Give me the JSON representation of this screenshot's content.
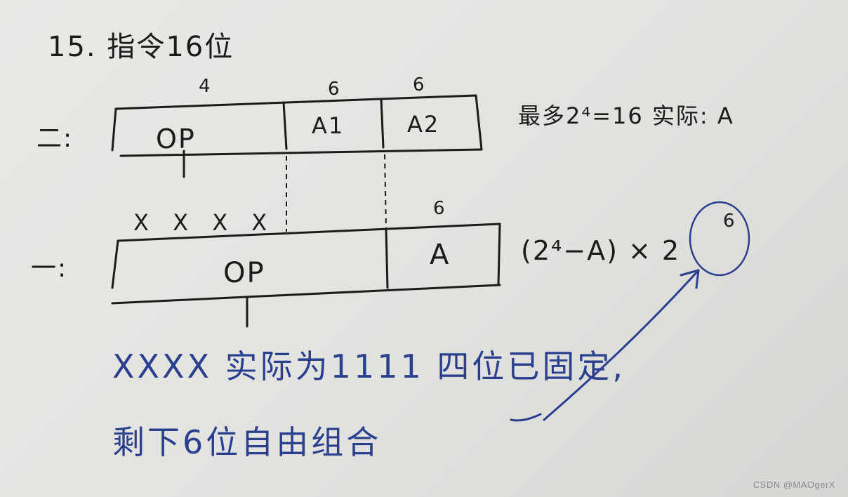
{
  "title": "15. 指令16位",
  "format2": {
    "row_label": "二:",
    "widths": [
      "4",
      "6",
      "6"
    ],
    "fields": [
      "OP",
      "A1",
      "A2"
    ],
    "note": "最多2⁴=16  实际: A"
  },
  "format1": {
    "row_label": "一:",
    "marks": "X X X X",
    "width": "6",
    "fields": [
      "OP",
      "A"
    ],
    "formula": "(2⁴−A) × 2",
    "exponent": "6"
  },
  "line1": "XXXX 实际为1111 四位已固定,",
  "line2": "剩下6位自由组合",
  "watermark": "CSDN @MAOgerX",
  "colors": {
    "ink": "#1b1b1b",
    "blue_ink": "#2b3f8f",
    "paper": "#e6e6e3"
  }
}
